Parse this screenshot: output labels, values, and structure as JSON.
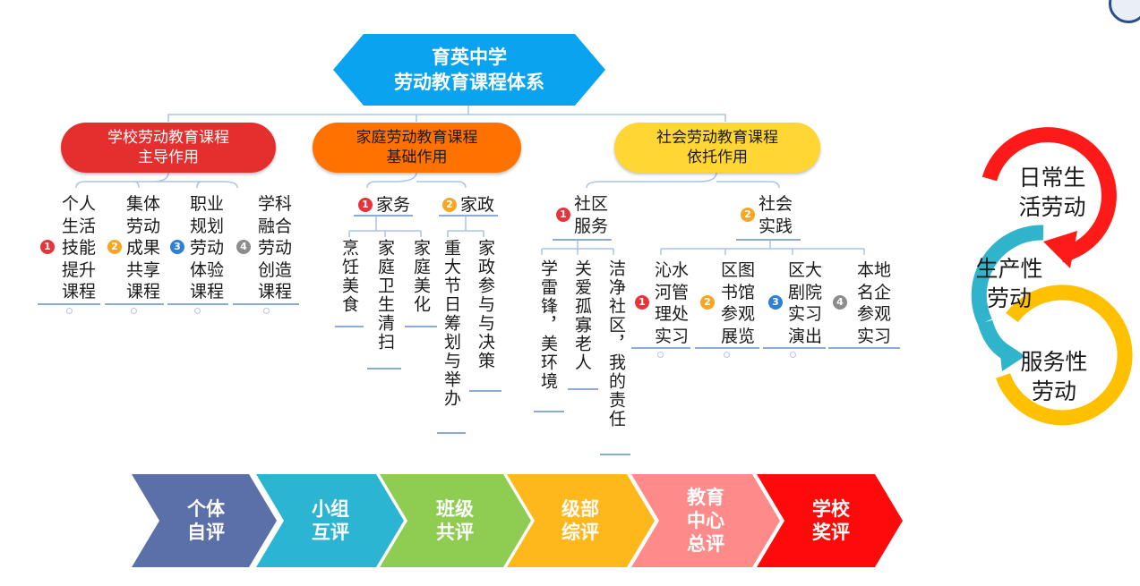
{
  "root": {
    "line1": "育英中学",
    "line2": "劳动教育课程体系"
  },
  "branches": [
    {
      "line1": "学校劳动教育课程",
      "line2": "主导作用",
      "color": "#e52e2e"
    },
    {
      "line1": "家庭劳动教育课程",
      "line2": "基础作用",
      "color": "#ff7200"
    },
    {
      "line1": "社会劳动教育课程",
      "line2": "依托作用",
      "color": "#ffd633"
    }
  ],
  "school": [
    {
      "num": "1",
      "lines": [
        "个人",
        "生活",
        "技能",
        "提升",
        "课程"
      ]
    },
    {
      "num": "2",
      "lines": [
        "集体",
        "劳动",
        "成果",
        "共享",
        "课程"
      ]
    },
    {
      "num": "3",
      "lines": [
        "职业",
        "规划",
        "劳动",
        "体验",
        "课程"
      ]
    },
    {
      "num": "4",
      "lines": [
        "学科",
        "融合",
        "劳动",
        "创造",
        "课程"
      ]
    }
  ],
  "family": {
    "housework": {
      "num": "1",
      "label": "家务",
      "items": [
        "烹饪美食",
        "家庭卫生清扫",
        "家庭美化"
      ]
    },
    "management": {
      "num": "2",
      "label": "家政",
      "items": [
        "重大节日筹划与举办",
        "家政参与与决策"
      ]
    }
  },
  "social": {
    "community": {
      "num": "1",
      "label1": "社区",
      "label2": "服务",
      "items": [
        "学雷锋，美环境",
        "关爱孤寡老人",
        "洁净社区，我的责任"
      ]
    },
    "practice": {
      "num": "2",
      "label1": "社会",
      "label2": "实践",
      "items": [
        {
          "num": "1",
          "lines": [
            "沁水",
            "河管",
            "理处",
            "实习"
          ]
        },
        {
          "num": "2",
          "lines": [
            "区图",
            "书馆",
            "参观",
            "展览"
          ]
        },
        {
          "num": "3",
          "lines": [
            "区大",
            "剧院",
            "实习",
            "演出"
          ]
        },
        {
          "num": "4",
          "lines": [
            "本地",
            "名企",
            "参观",
            "实习"
          ]
        }
      ]
    }
  },
  "evaluation": [
    {
      "lines": [
        "个体",
        "自评"
      ],
      "color": "#5b6fa8"
    },
    {
      "lines": [
        "小组",
        "互评"
      ],
      "color": "#2cb5d3"
    },
    {
      "lines": [
        "班级",
        "共评"
      ],
      "color": "#8fcc52"
    },
    {
      "lines": [
        "级部",
        "综评"
      ],
      "color": "#ffb81c"
    },
    {
      "lines": [
        "教育",
        "中心",
        "总评"
      ],
      "color": "#ff8a8a"
    },
    {
      "lines": [
        "学校",
        "奖评"
      ],
      "color": "#ff0a0a"
    }
  ],
  "cycle": [
    {
      "lines": [
        "日常生",
        "活劳动"
      ],
      "color": "#ff1a1a"
    },
    {
      "lines": [
        "生产性",
        "劳动"
      ],
      "color": "#2fb4cc"
    },
    {
      "lines": [
        "服务性",
        "劳动"
      ],
      "color": "#ffc000"
    }
  ]
}
